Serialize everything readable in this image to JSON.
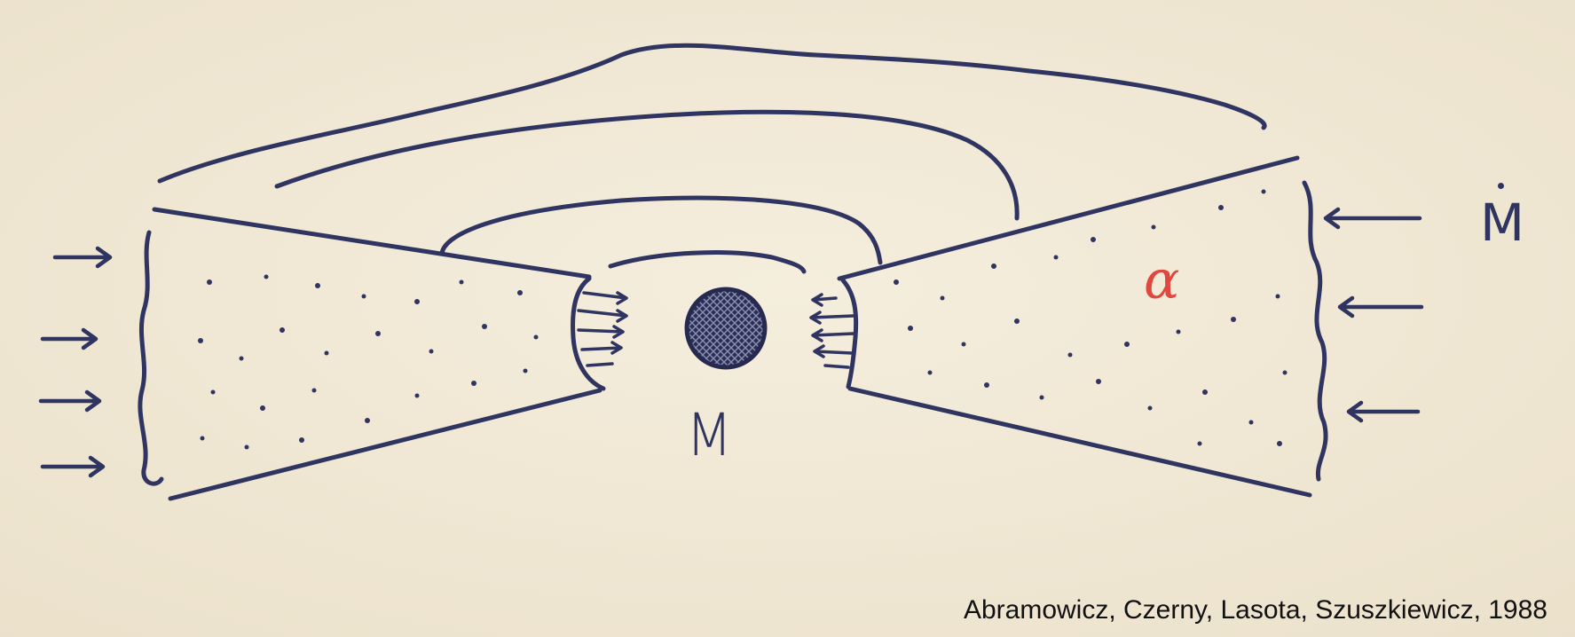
{
  "labels": {
    "central_mass": "M",
    "accretion_rate": "M",
    "viscosity": "α"
  },
  "credit": "Abramowicz, Czerny, Lasota, Szuszkiewicz, 1988",
  "colors": {
    "paper": "#f2ead9",
    "ink": "#2f3460",
    "alpha_ink": "#e0473f",
    "credit_text": "#111111"
  }
}
